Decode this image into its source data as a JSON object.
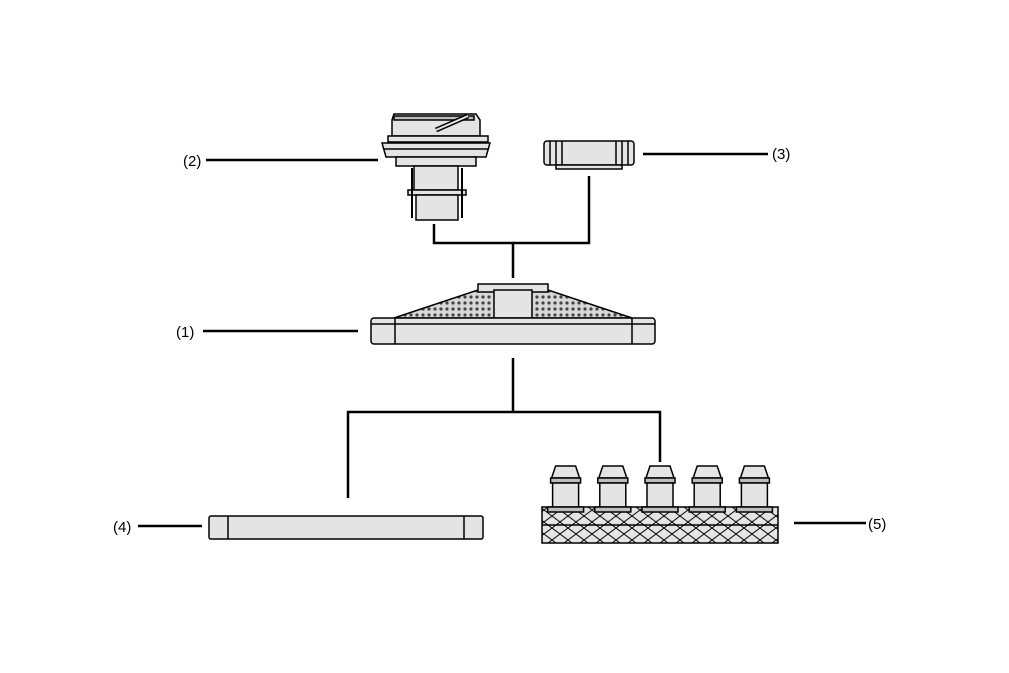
{
  "diagram": {
    "labels": {
      "part_1": "(1)",
      "part_2": "(2)",
      "part_3": "(3)",
      "part_4": "(4)",
      "part_5": "(5)"
    },
    "colors": {
      "line": "#000000",
      "part_fill": "#e4e4e4",
      "part_fill_dark": "#bdbdbd",
      "background": "#ffffff"
    },
    "suction_cup_count": 5
  }
}
